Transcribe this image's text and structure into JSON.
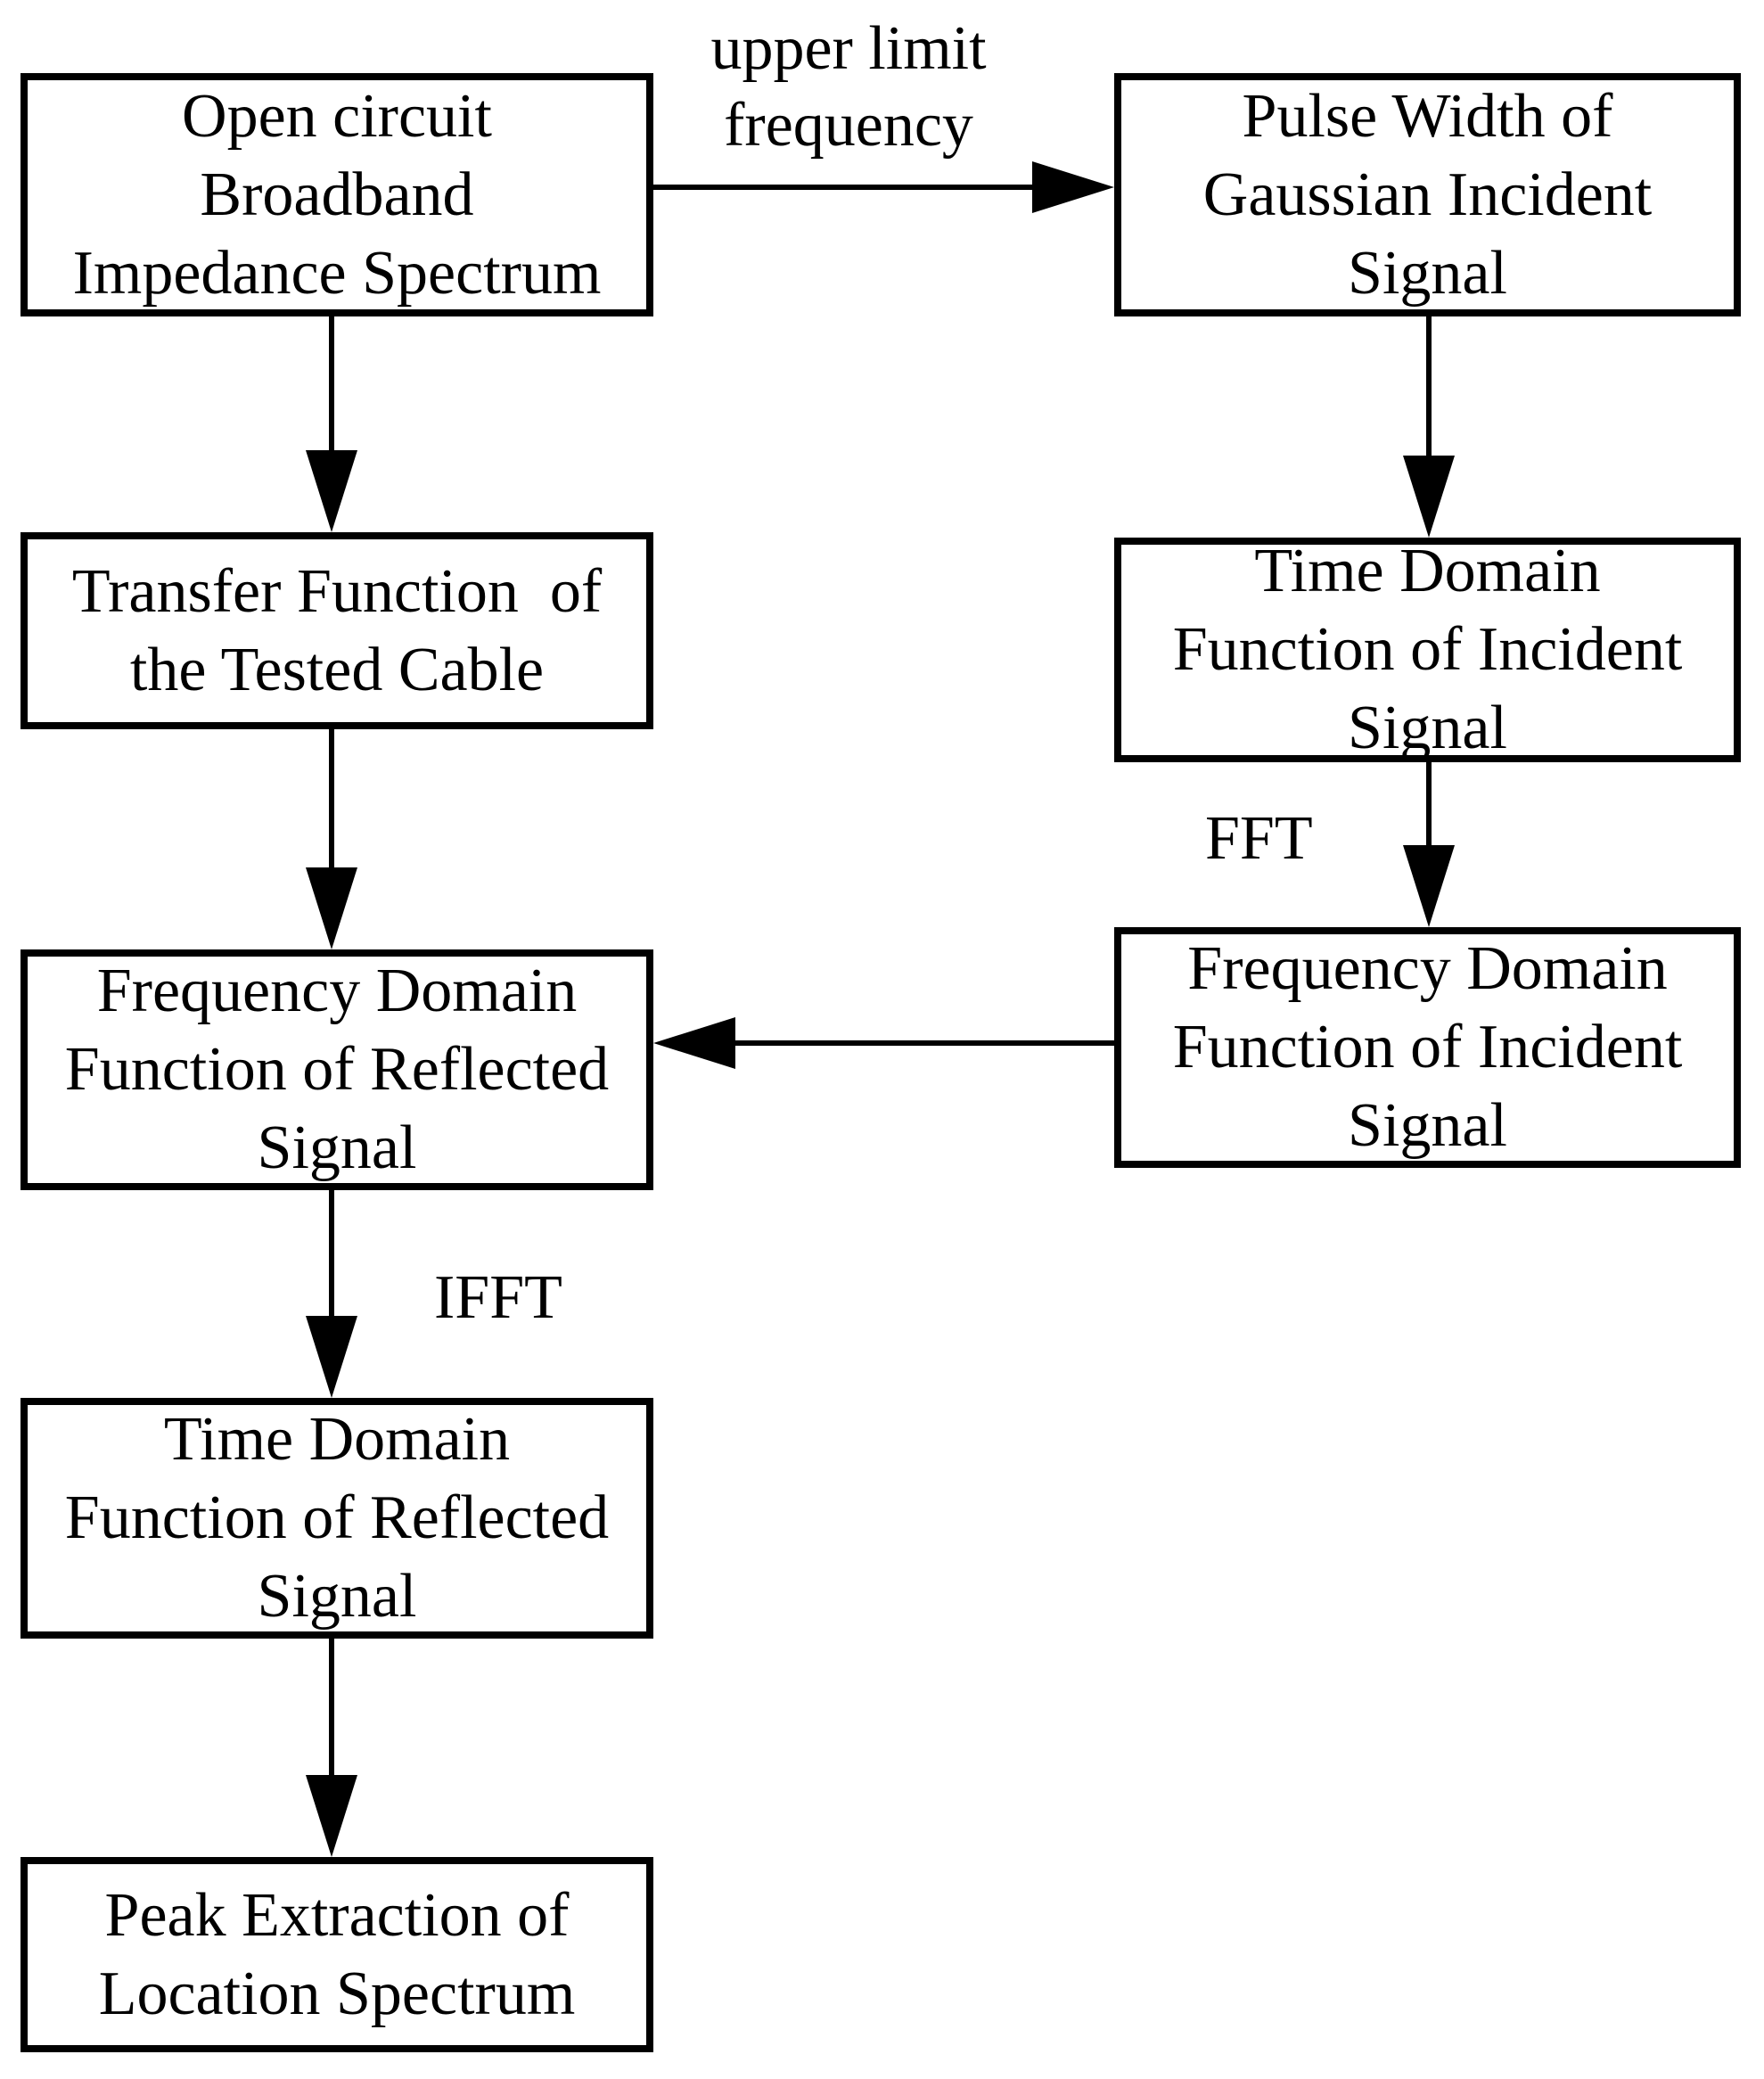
{
  "figure": {
    "type": "flowchart",
    "background_color": "#ffffff",
    "line_color": "#000000",
    "text_color": "#000000"
  },
  "boxes": [
    {
      "id": "open-circuit-broadband-impedance-spectrum",
      "text": "Open circuit\nBroadband\nImpedance Spectrum"
    },
    {
      "id": "pulse-width-of-gaussian-incident-signal",
      "text": "Pulse Width of\nGaussian Incident\nSignal"
    },
    {
      "id": "transfer-function-of-the-tested-cable",
      "text": "Transfer Function  of\nthe Tested Cable"
    },
    {
      "id": "time-domain-function-of-incident-signal",
      "text": "Time Domain\nFunction of Incident\nSignal"
    },
    {
      "id": "frequency-domain-function-of-reflected-signal",
      "text": "Frequency Domain\nFunction of Reflected\nSignal"
    },
    {
      "id": "frequency-domain-function-of-incident-signal",
      "text": "Frequency Domain\nFunction of Incident\nSignal"
    },
    {
      "id": "time-domain-function-of-reflected-signal",
      "text": "Time Domain\nFunction of Reflected\nSignal"
    },
    {
      "id": "peak-extraction-of-location-spectrum",
      "text": "Peak Extraction of\nLocation Spectrum"
    }
  ],
  "edge_labels": {
    "upper_limit_frequency": "upper limit\nfrequency",
    "fft": "FFT",
    "ifft": "IFFT"
  }
}
